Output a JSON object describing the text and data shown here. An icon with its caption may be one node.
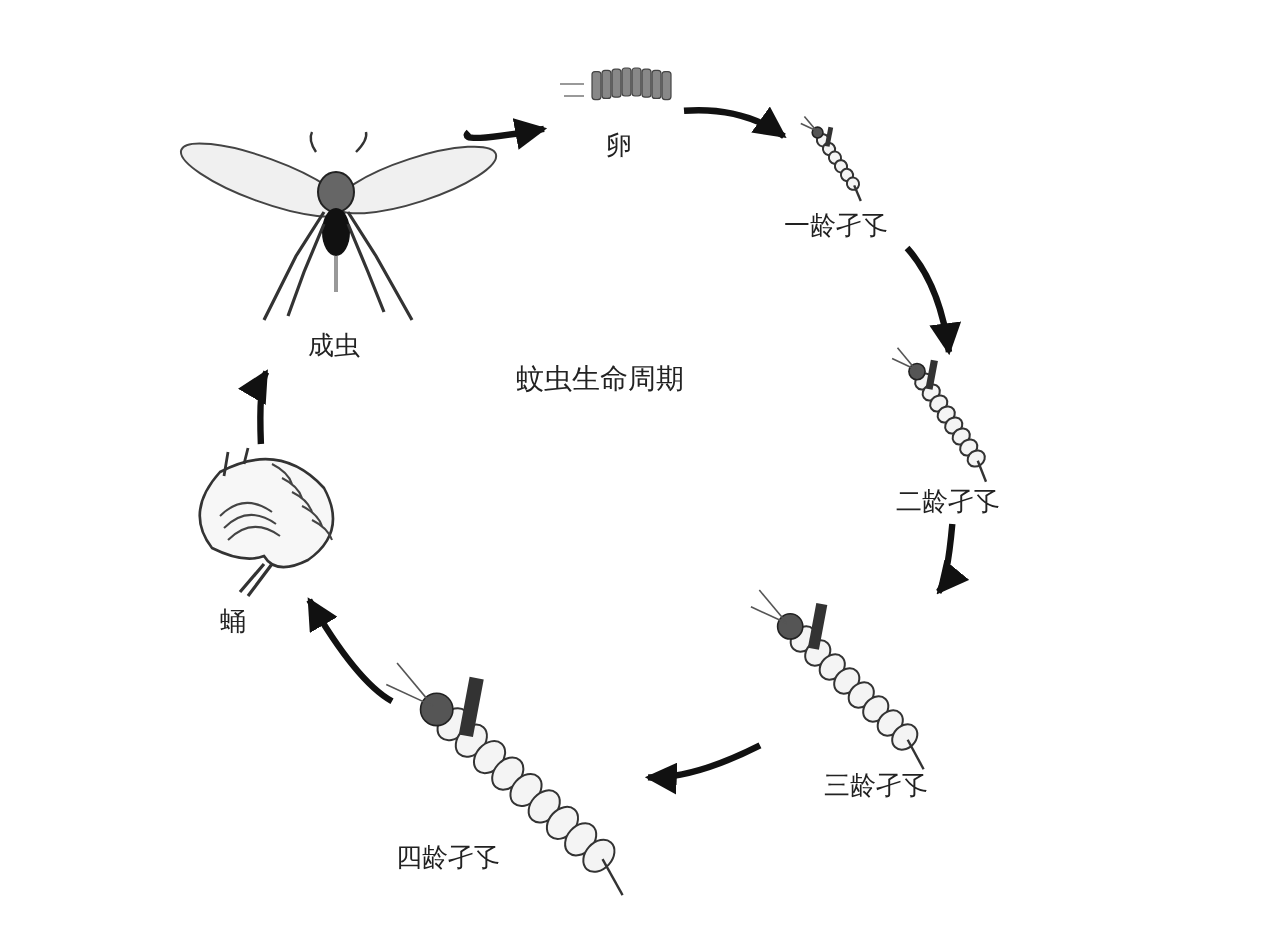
{
  "diagram": {
    "title": "蚊虫生命周期",
    "nodes": [
      {
        "text": [
          "成虫"
        ]
      },
      {
        "text": [
          "卵"
        ]
      },
      {
        "text": [
          "一龄孑孓"
        ]
      },
      {
        "text": [
          "二龄孑孓"
        ]
      },
      {
        "text": [
          "三龄孑孓"
        ]
      },
      {
        "text": [
          "四龄孑孓"
        ]
      },
      {
        "text": [
          "蛹"
        ]
      }
    ],
    "edges": [
      {
        "from": 0,
        "to": 1,
        "arrow": "to"
      },
      {
        "from": 1,
        "to": 2,
        "arrow": "to"
      },
      {
        "from": 2,
        "to": 3,
        "arrow": "to"
      },
      {
        "from": 3,
        "to": 4,
        "arrow": "to"
      },
      {
        "from": 4,
        "to": 5,
        "arrow": "to"
      },
      {
        "from": 5,
        "to": 6,
        "arrow": "to"
      },
      {
        "from": 6,
        "to": 0,
        "arrow": "to"
      }
    ]
  }
}
